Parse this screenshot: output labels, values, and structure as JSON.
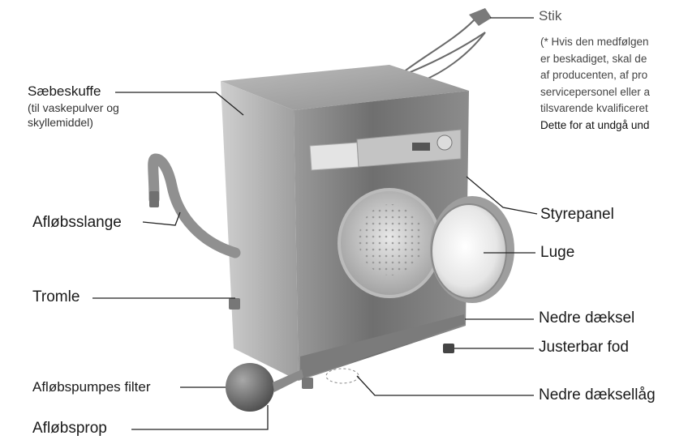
{
  "labels": {
    "stik": "Stik",
    "saebeskuffe": "Sæbeskuffe",
    "saebeskuffe_sub1": "(til vaskepulver og",
    "saebeskuffe_sub2": "skyllemiddel)",
    "afloebsslange": "Afløbsslange",
    "tromle": "Tromle",
    "afloebspumpes_filter": "Afløbspumpes filter",
    "afloebsprop": "Afløbsprop",
    "styrepanel": "Styrepanel",
    "luge": "Luge",
    "nedre_daeksel": "Nedre dæksel",
    "justerbar_fod": "Justerbar fod",
    "nedre_daekselaag": "Nedre dæksellåg"
  },
  "note_lines": [
    "(* Hvis den medfølgen",
    "er beskadiget, skal de",
    "af producenten, af pro",
    "servicepersonel eller a",
    "tilsvarende kvalificeret",
    "Dette for at undgå und"
  ],
  "colors": {
    "machine_light": "#d4d4d4",
    "machine_dark": "#8a8a8a",
    "leader_line": "#222222"
  }
}
